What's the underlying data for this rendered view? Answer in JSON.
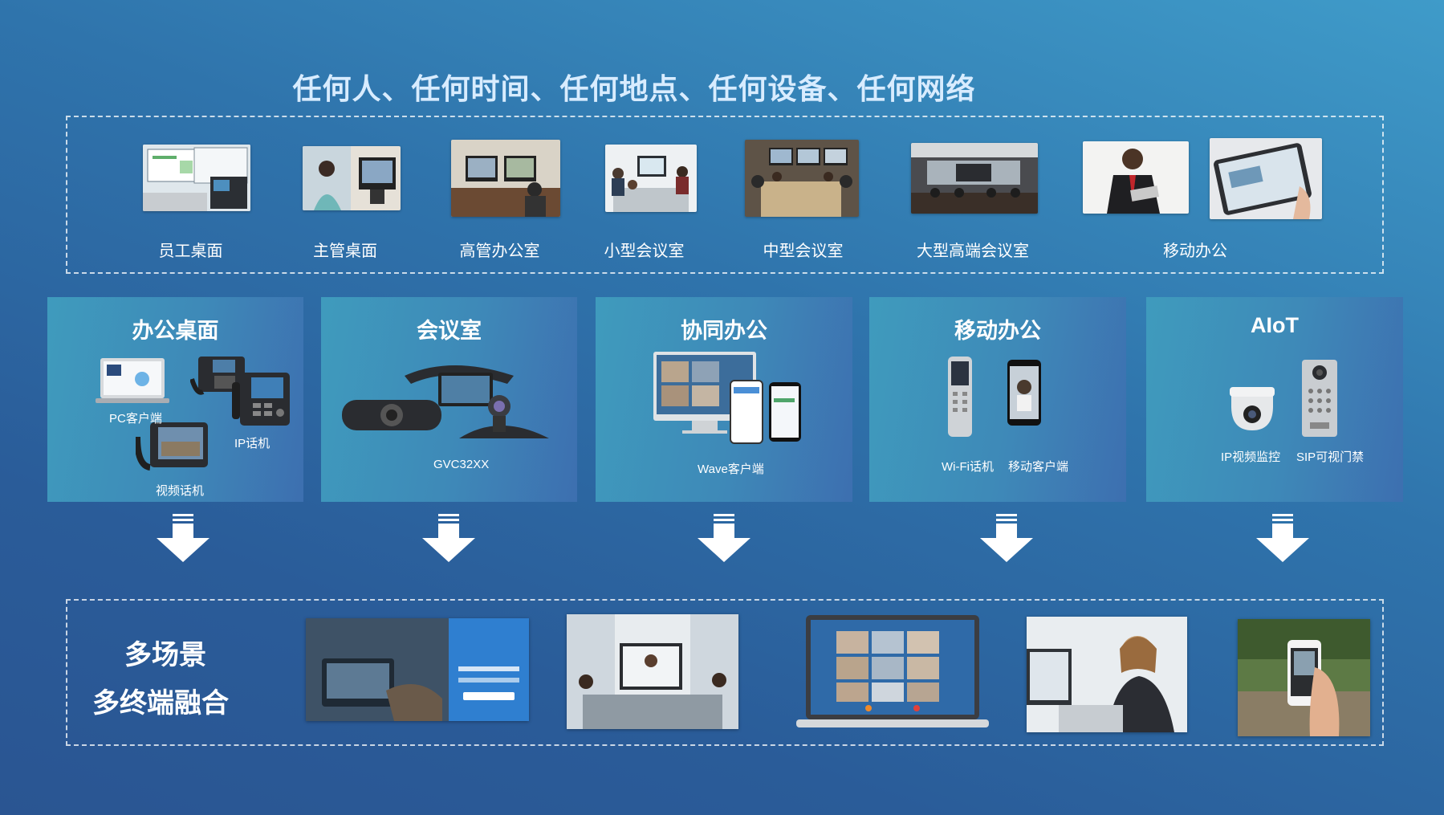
{
  "title": "任何人、任何时间、任何地点、任何设备、任何网络",
  "scenes": [
    {
      "label": "员工桌面",
      "icon": "employee-desk-photo"
    },
    {
      "label": "主管桌面",
      "icon": "manager-desk-photo"
    },
    {
      "label": "高管办公室",
      "icon": "executive-office-photo"
    },
    {
      "label": "小型会议室",
      "icon": "small-meeting-room-photo"
    },
    {
      "label": "中型会议室",
      "icon": "medium-meeting-room-photo"
    },
    {
      "label": "大型高端会议室",
      "icon": "large-meeting-room-photo"
    },
    {
      "label": "移动办公",
      "icon": "mobile-office-photo"
    }
  ],
  "categories": [
    {
      "title": "办公桌面",
      "devices": [
        "PC客户端",
        "IP话机",
        "视频话机"
      ]
    },
    {
      "title": "会议室",
      "devices": [
        "GVC32XX"
      ]
    },
    {
      "title": "协同办公",
      "devices": [
        "Wave客户端"
      ]
    },
    {
      "title": "移动办公",
      "devices": [
        "Wi-Fi话机",
        "移动客户端"
      ]
    },
    {
      "title": "AIoT",
      "devices": [
        "IP视频监控",
        "SIP可视门禁"
      ]
    }
  ],
  "fusion": {
    "line1": "多场景",
    "line2": "多终端融合"
  },
  "colors": {
    "bg_top": "#3f9bc9",
    "bg_bottom": "#2a5592",
    "card": "#3e89b8",
    "title": "#d8ecff"
  }
}
